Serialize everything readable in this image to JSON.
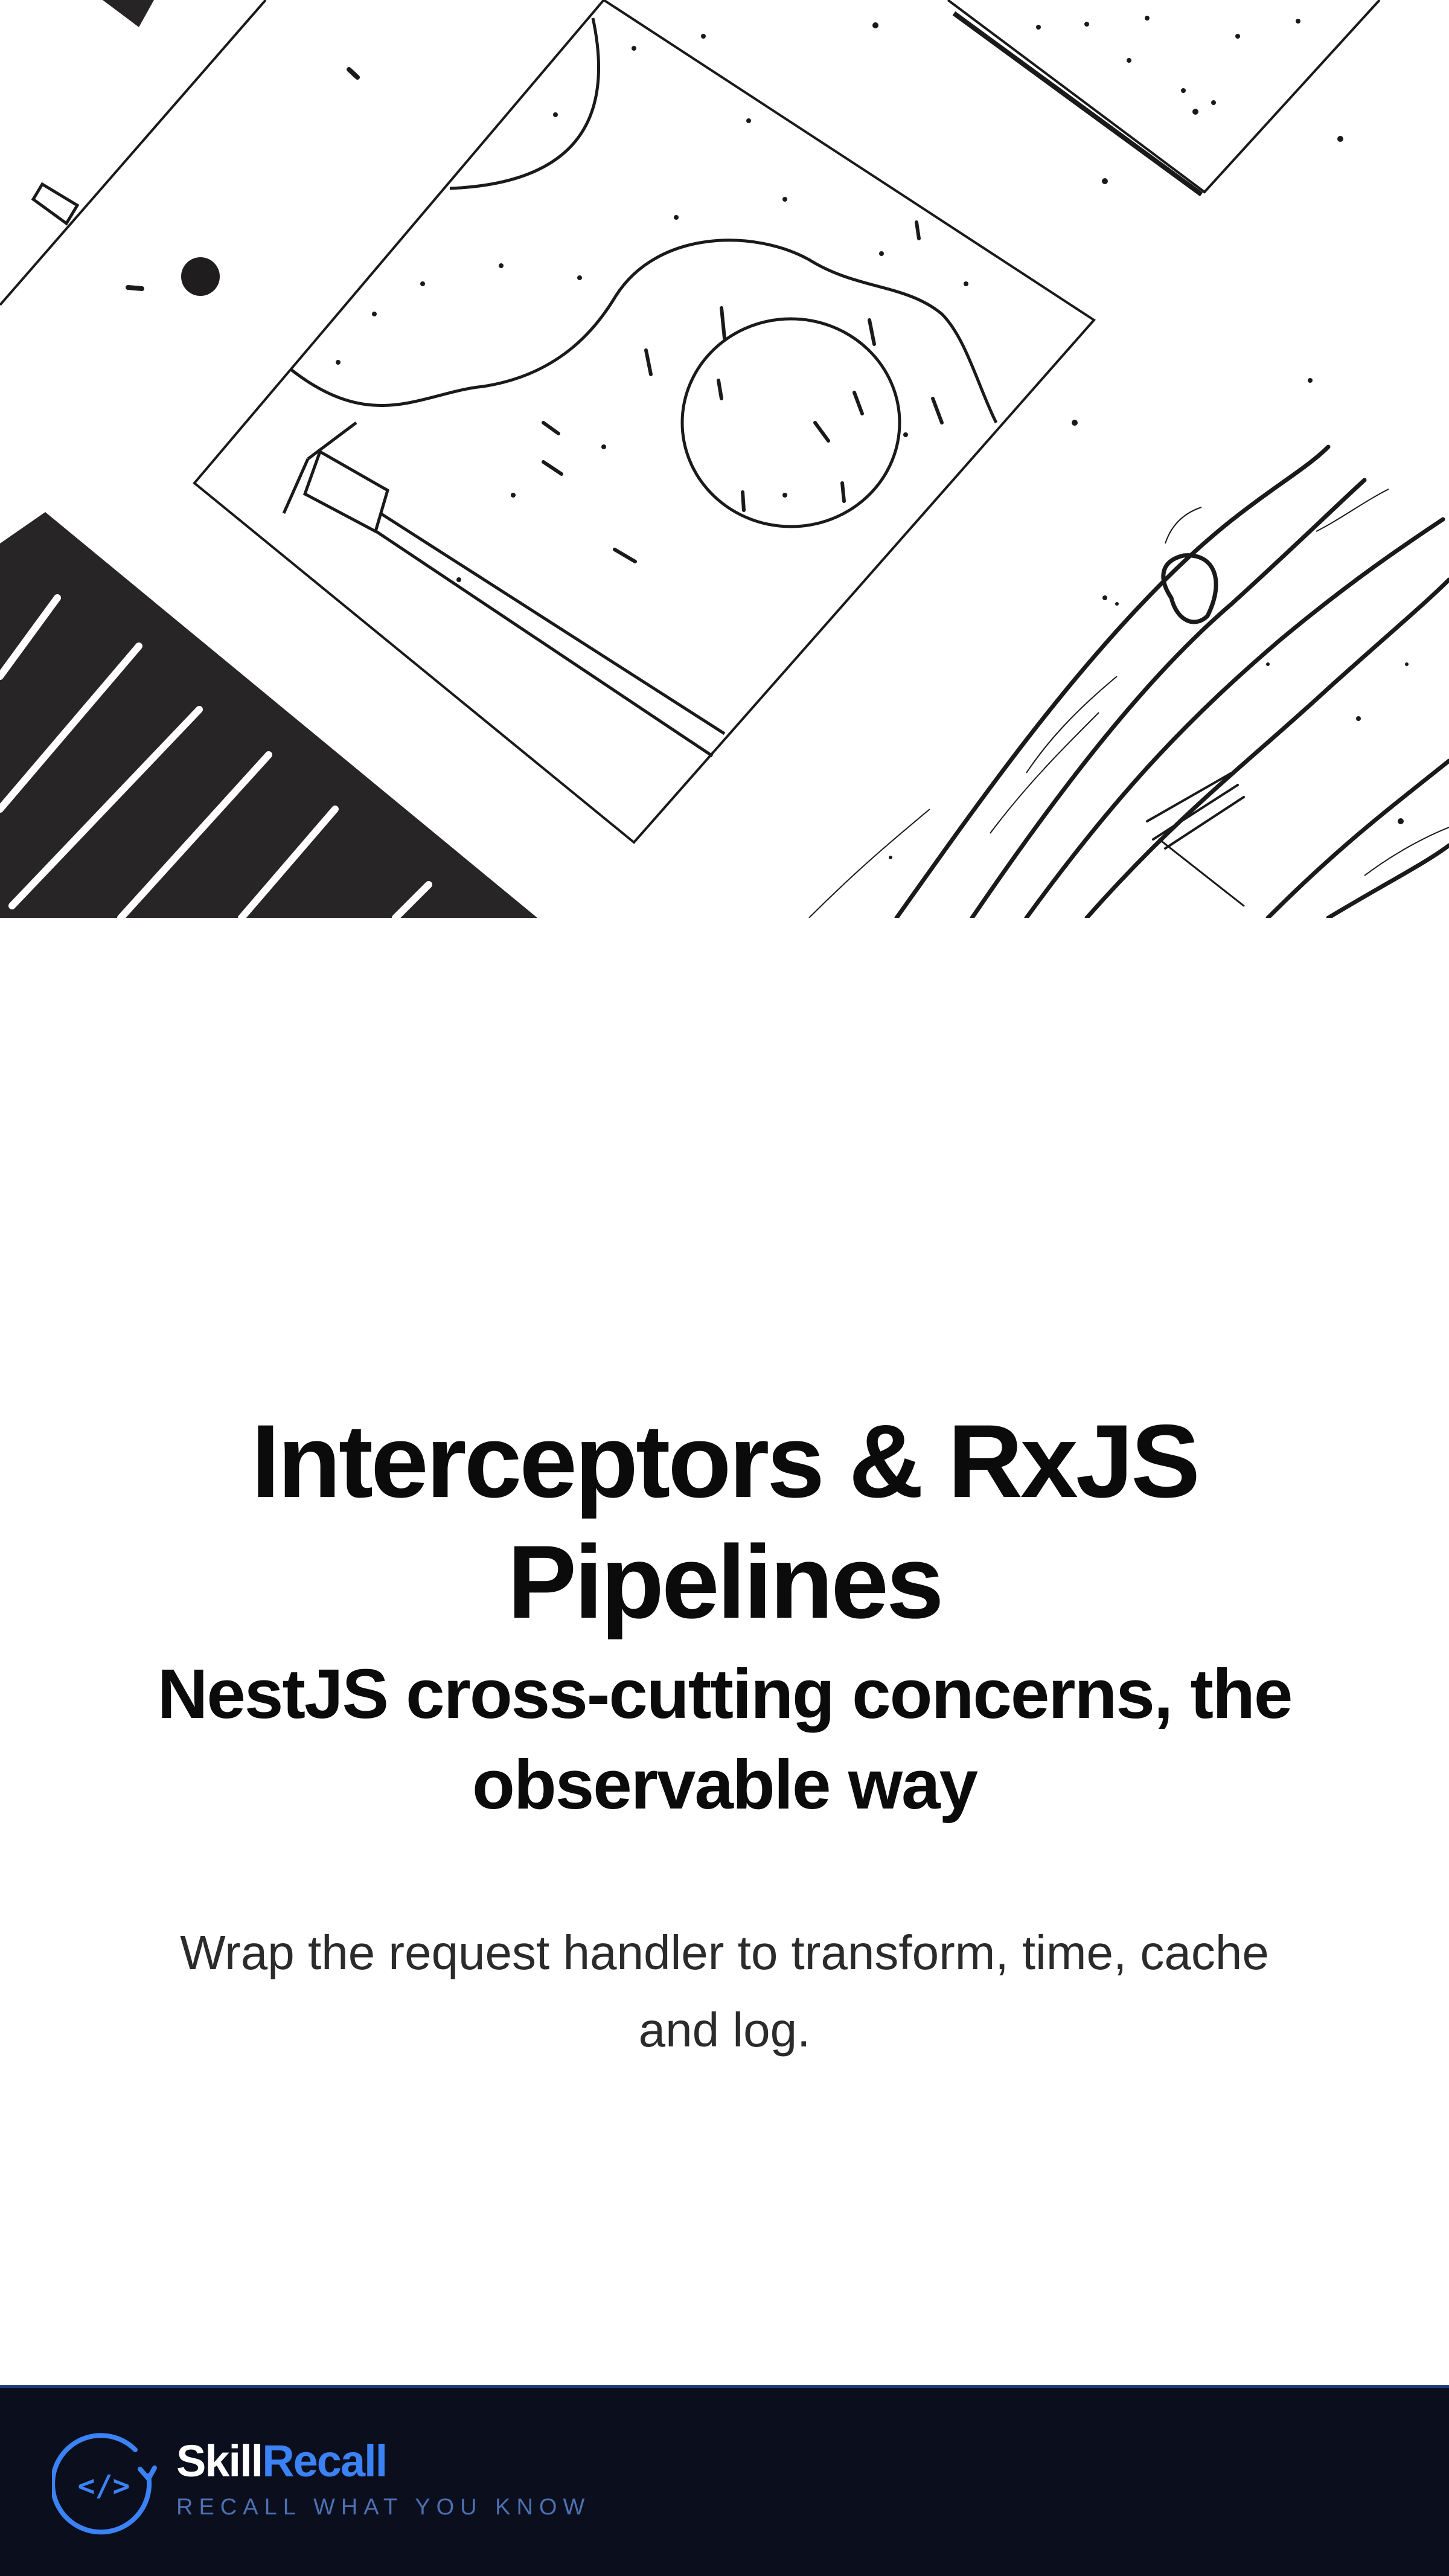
{
  "hero": {
    "illustration": "ink-sketch-desk-scene"
  },
  "content": {
    "title": "Interceptors & RxJS Pipelines",
    "subtitle": "NestJS cross-cutting concerns, the observable way",
    "tagline": "Wrap the request handler to transform, time, cache and log."
  },
  "footer": {
    "brand_skill": "Skill",
    "brand_recall": "Recall",
    "brand_tagline": "RECALL WHAT YOU KNOW",
    "logo_glyph": "</>",
    "logo_icon": "code-brackets-icon"
  },
  "colors": {
    "background": "#ffffff",
    "text": "#0b0b0b",
    "footer_bg": "#0b0e1c",
    "accent": "#3b82f6",
    "tagline_footer": "#4d70b3"
  }
}
